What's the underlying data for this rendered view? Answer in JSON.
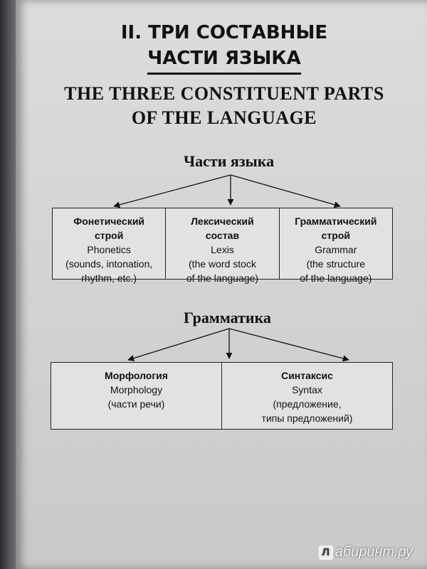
{
  "title": {
    "ru_line1": "II. ТРИ СОСТАВНЫЕ",
    "ru_line2": "ЧАСТИ ЯЗЫКА",
    "en_line1": "THE THREE CONSTITUENT PARTS",
    "en_line2": "OF THE LANGUAGE"
  },
  "parts": {
    "heading": "Части языка",
    "items": [
      {
        "ru1": "Фонетический",
        "ru2": "строй",
        "en1": "Phonetics",
        "en2": "(sounds, intonation,",
        "en3": "rhythm, etc.)"
      },
      {
        "ru1": "Лексический",
        "ru2": "состав",
        "en1": "Lexis",
        "en2": "(the word stock",
        "en3": "of the language)"
      },
      {
        "ru1": "Грамматический",
        "ru2": "строй",
        "en1": "Grammar",
        "en2": "(the structure",
        "en3": "of the language)"
      }
    ]
  },
  "grammar": {
    "heading": "Грамматика",
    "items": [
      {
        "ru": "Морфология",
        "en1": "Morphology",
        "en2": "(части речи)",
        "en3": ""
      },
      {
        "ru": "Синтаксис",
        "en1": "Syntax",
        "en2": "(предложение,",
        "en3": "типы предложений)"
      }
    ]
  },
  "watermark": {
    "logo": "Л",
    "text": "абиринт.ру"
  }
}
